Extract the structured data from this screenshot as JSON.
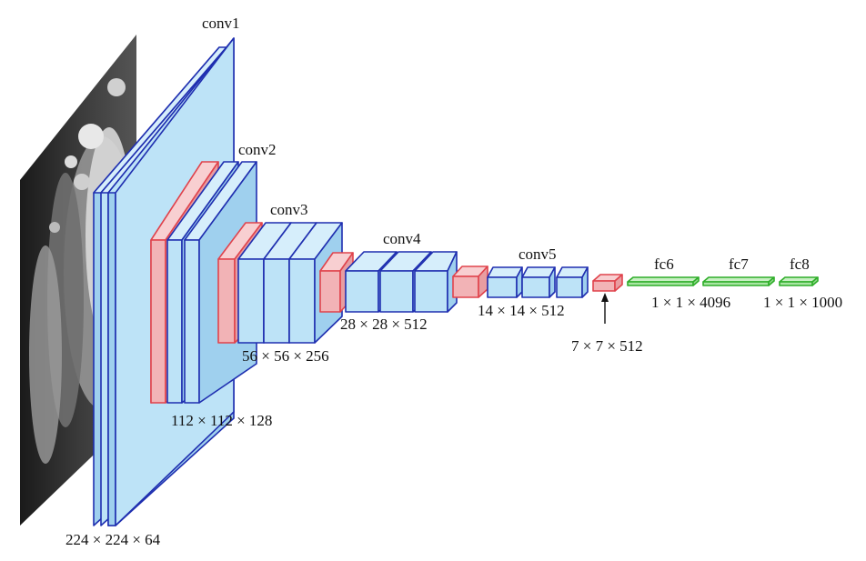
{
  "labels": {
    "conv1": "conv1",
    "conv2": "conv2",
    "conv3": "conv3",
    "conv4": "conv4",
    "conv5": "conv5",
    "fc6": "fc6",
    "fc7": "fc7",
    "fc8": "fc8",
    "dim_conv1": "224 × 224 × 64",
    "dim_conv2": "112 × 112 × 128",
    "dim_conv3": "56 × 56 × 256",
    "dim_conv4": "28 × 28 × 512",
    "dim_conv5": "14 × 14 × 512",
    "dim_pool5": "7 × 7 × 512",
    "dim_fc67": "1 × 1 × 4096",
    "dim_fc8": "1 × 1 × 1000"
  },
  "colors": {
    "conv_fill": "#bde3f7",
    "conv_stroke": "#1f2fb0",
    "pool_fill": "#f2b3b6",
    "pool_stroke": "#e0434c",
    "fc_fill": "#a9e5a3",
    "fc_stroke": "#2fae2a"
  },
  "input_image": "grayscale-scan-image"
}
